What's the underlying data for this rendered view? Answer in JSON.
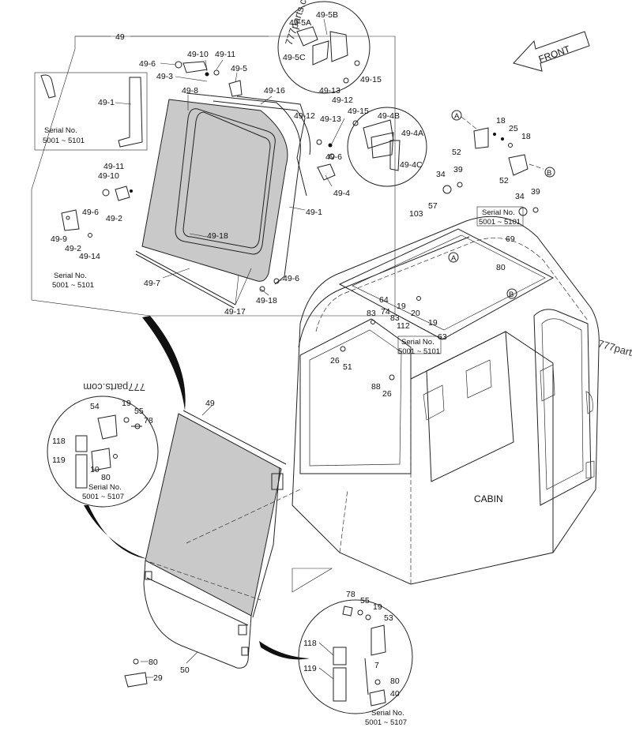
{
  "diagram": {
    "cabin_label": "CABIN",
    "front_label": "FRONT",
    "watermark": "777parts.com",
    "watermark_partial": "777parts.co",
    "serial_5101": "5001 ~ 5101",
    "serial_5107": "5001 ~ 5107",
    "serial_caption": "Serial No.",
    "ref_a": "A",
    "ref_b": "B",
    "labels": {
      "p49": "49",
      "p49_1": "49-1",
      "p49_2": "49-2",
      "p49_3": "49-3",
      "p49_4": "49-4",
      "p49_4a": "49-4A",
      "p49_4b": "49-4B",
      "p49_4c": "49-4C",
      "p49_5": "49-5",
      "p49_5a": "49-5A",
      "p49_5b": "49-5B",
      "p49_5c": "49-5C",
      "p49_6": "49-6",
      "p49_7": "49-7",
      "p49_8": "49-8",
      "p49_9": "49-9",
      "p49_10": "49-10",
      "p49_11": "49-11",
      "p49_12": "49-12",
      "p49_13": "49-13",
      "p49_14": "49-14",
      "p49_15": "49-15",
      "p49_16": "49-16",
      "p49_17": "49-17",
      "p49_18": "49-18",
      "p18": "18",
      "p19": "19",
      "p20": "20",
      "p25": "25",
      "p26": "26",
      "p29": "29",
      "p34": "34",
      "p39": "39",
      "p40": "40",
      "p50": "50",
      "p51": "51",
      "p52": "52",
      "p53": "53",
      "p54": "54",
      "p55": "55",
      "p57": "57",
      "p63": "63",
      "p64": "64",
      "p69": "69",
      "p74": "74",
      "p78": "78",
      "p80": "80",
      "p83": "83",
      "p88": "88",
      "p103": "103",
      "p112": "112",
      "p118": "118",
      "p119": "119",
      "p7": "7",
      "p10": "10"
    }
  }
}
